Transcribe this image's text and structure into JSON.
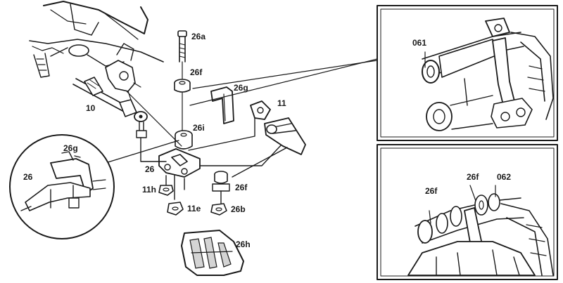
{
  "colors": {
    "ink": "#1a1a1a",
    "paper": "#ffffff",
    "shade": "#d4d4d4"
  },
  "labels": {
    "l26a": "26a",
    "l26f_top": "26f",
    "l26g": "26g",
    "l11_right": "11",
    "l10": "10",
    "l26i": "26i",
    "l26_main": "26",
    "l11h": "11h",
    "l11e": "11e",
    "l26f_mid": "26f",
    "l26b": "26b",
    "l26h": "26h",
    "l26g_circle": "26g",
    "l26_circle": "26",
    "l061": "061",
    "l26f_inset_left": "26f",
    "l26f_inset_mid": "26f",
    "l062": "062"
  }
}
